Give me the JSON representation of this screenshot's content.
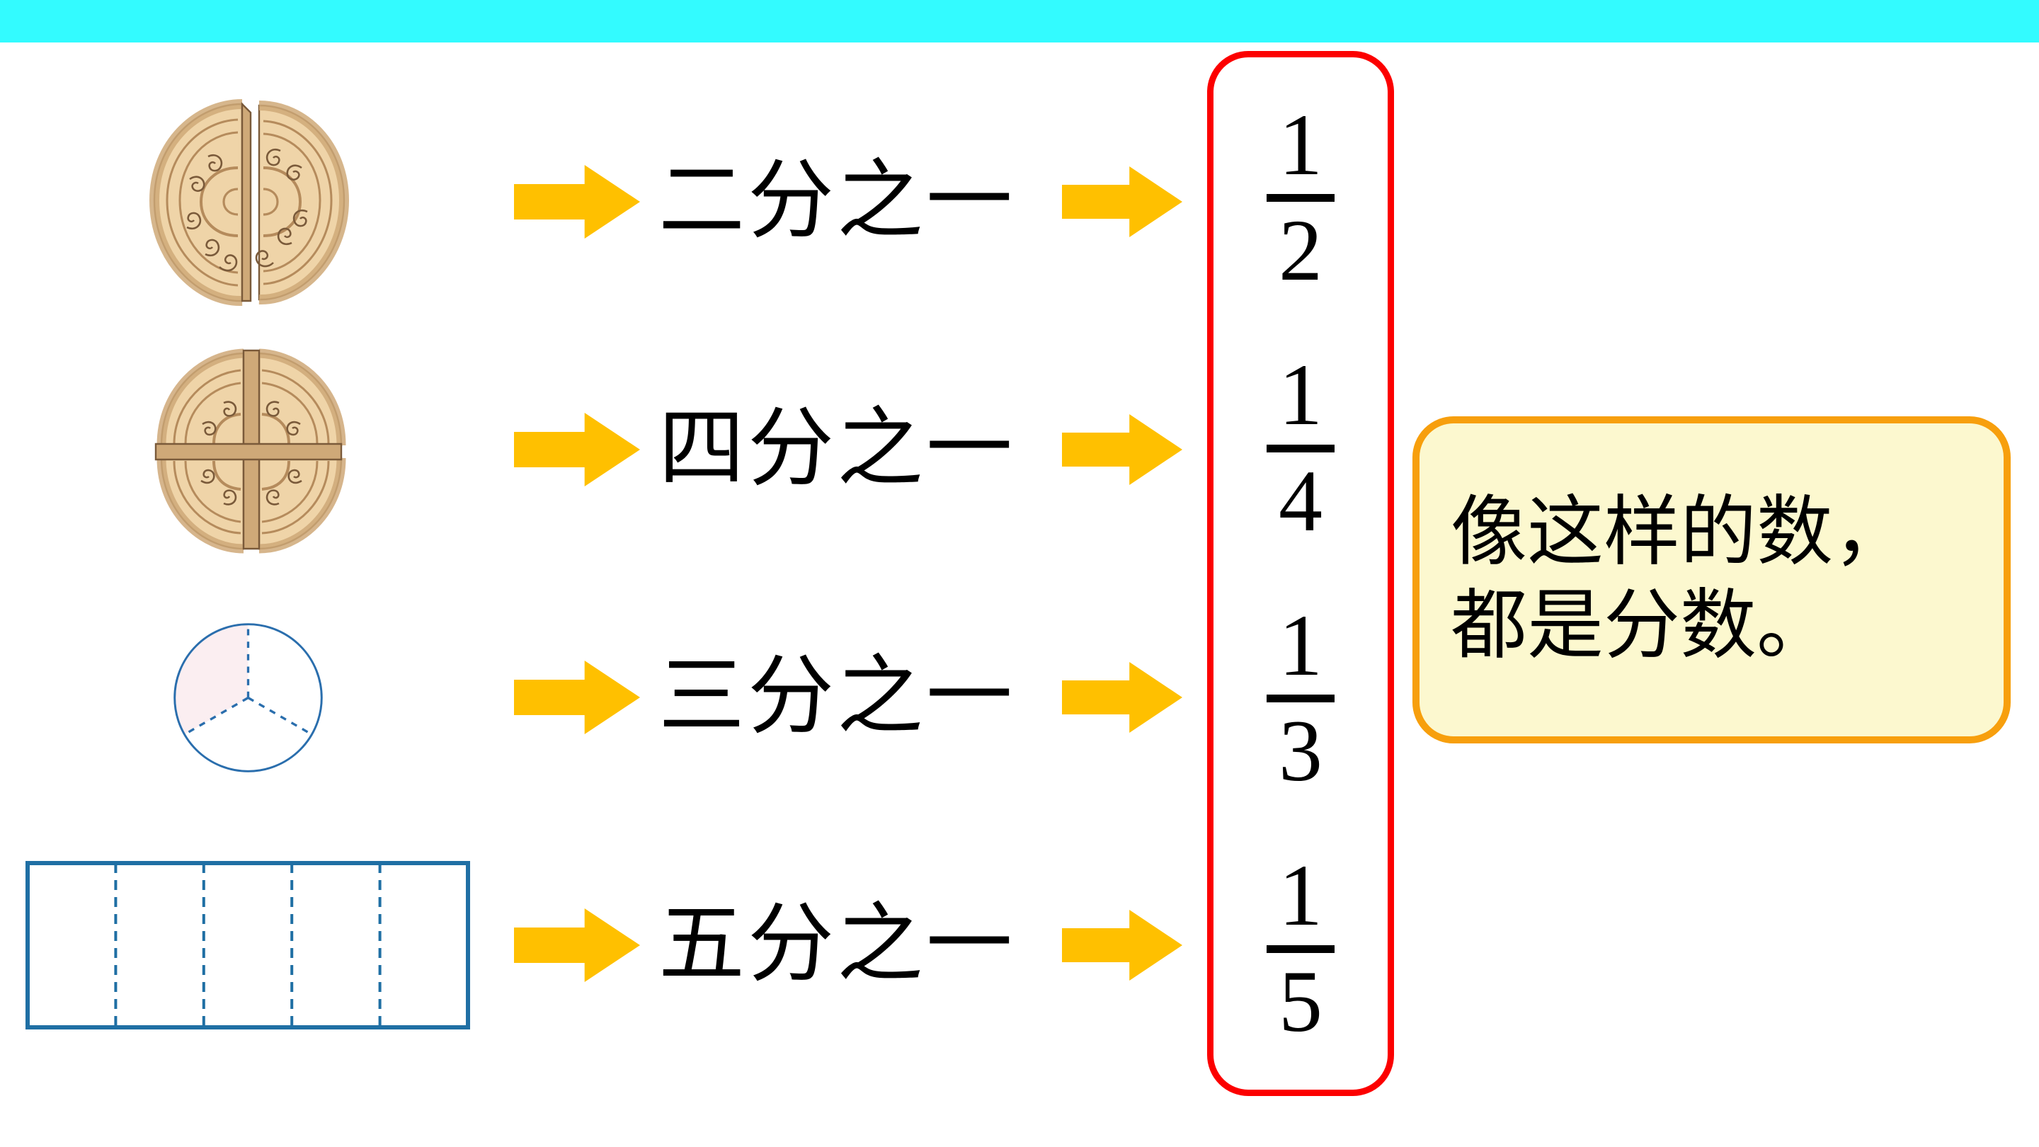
{
  "slide": {
    "banner_color": "#33fbff",
    "background_color": "#ffffff"
  },
  "rows": [
    {
      "figure_name": "cake-halves",
      "figure_desc": "round patterned cake split into 2 equal pieces",
      "words": "二分之一",
      "fraction_numerator": "1",
      "fraction_denominator": "2"
    },
    {
      "figure_name": "cake-quarters",
      "figure_desc": "round patterned cake split into 4 equal pieces",
      "words": "四分之一",
      "fraction_numerator": "1",
      "fraction_denominator": "4"
    },
    {
      "figure_name": "circle-thirds",
      "figure_desc": "circle divided into 3 equal sectors with one shaded",
      "words": "三分之一",
      "fraction_numerator": "1",
      "fraction_denominator": "3"
    },
    {
      "figure_name": "rectangle-fifths",
      "figure_desc": "rectangle divided into 5 equal vertical strips",
      "words": "五分之一",
      "fraction_numerator": "1",
      "fraction_denominator": "5"
    }
  ],
  "arrows": {
    "icon_name": "right-arrow-icon",
    "color": "#ffc000"
  },
  "fraction_frame": {
    "border_color": "#fc0000",
    "fractions": [
      {
        "numerator": "1",
        "denominator": "2"
      },
      {
        "numerator": "1",
        "denominator": "4"
      },
      {
        "numerator": "1",
        "denominator": "3"
      },
      {
        "numerator": "1",
        "denominator": "5"
      }
    ]
  },
  "callout": {
    "border_color": "#f79f0d",
    "fill_color": "#fcf8cf",
    "line1": "像这样的数，",
    "line2": "都是分数。"
  },
  "figure_colors": {
    "cake_fill": "#efd4a8",
    "cake_crust": "#cfa978",
    "cake_outline": "#7a5a3a",
    "circle_stroke": "#2a6ead",
    "circle_shade": "#fbeef1",
    "rect_stroke": "#1f6fa4"
  }
}
